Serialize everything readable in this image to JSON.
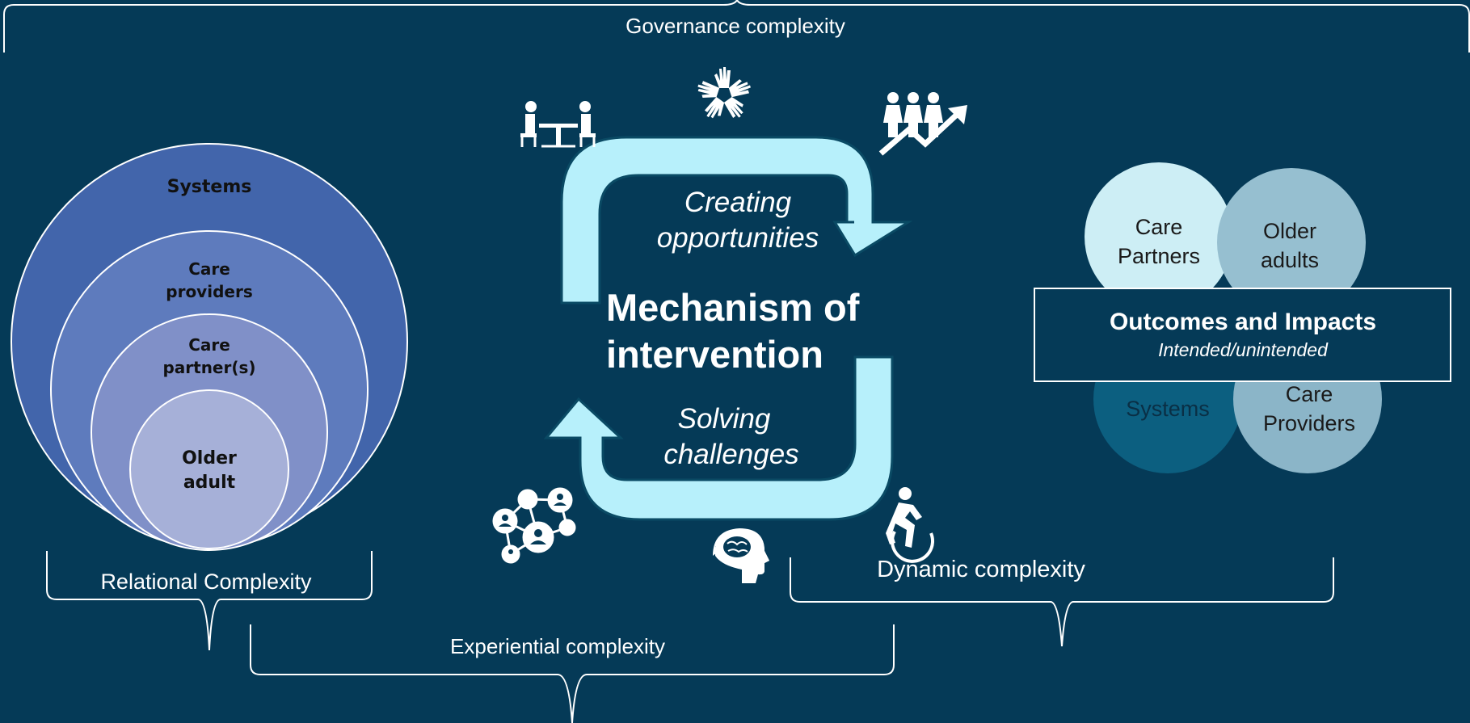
{
  "labels": {
    "governance": "Governance complexity",
    "relational": "Relational Complexity",
    "experiential": "Experiential complexity",
    "dynamic": "Dynamic complexity"
  },
  "nested_circles": {
    "systems": "Systems",
    "care_providers": [
      "Care",
      "providers"
    ],
    "care_partners": [
      "Care",
      "partner(s)"
    ],
    "older_adult": [
      "Older",
      "adult"
    ]
  },
  "cycle": {
    "title_lines": [
      "Mechanism of",
      "intervention"
    ],
    "top_phrase": [
      "Creating",
      "opportunities"
    ],
    "bottom_phrase": [
      "Solving",
      "challenges"
    ]
  },
  "outcomes": {
    "title": "Outcomes and Impacts",
    "subtitle": "Intended/unintended",
    "circles": {
      "care_partners": [
        "Care",
        "Partners"
      ],
      "older_adults": [
        "Older",
        "adults"
      ],
      "systems": "Systems",
      "care_providers": [
        "Care",
        "Providers"
      ]
    }
  },
  "colors": {
    "background": "#053a57",
    "cycle_arrow": "#b7f0fb",
    "systems_circle": "#4265ab",
    "care_providers_circle": "#5e7bbd",
    "care_partners_circle": "#8090c8",
    "older_adult_circle": "#a6b0d8"
  },
  "icons": [
    "meeting-table-icon",
    "hands-circle-icon",
    "people-growth-icon",
    "network-people-icon",
    "brain-head-icon",
    "wheelchair-icon"
  ]
}
